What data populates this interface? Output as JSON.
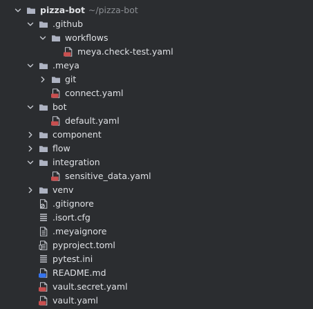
{
  "tree": [
    {
      "label": "pizza-bot",
      "hint": "~/pizza-bot",
      "depth": 0,
      "kind": "folder",
      "state": "expanded",
      "root": true
    },
    {
      "label": ".github",
      "depth": 1,
      "kind": "folder",
      "state": "expanded"
    },
    {
      "label": "workflows",
      "depth": 2,
      "kind": "folder",
      "state": "expanded"
    },
    {
      "label": "meya.check-test.yaml",
      "depth": 3,
      "kind": "yaml"
    },
    {
      "label": ".meya",
      "depth": 1,
      "kind": "folder",
      "state": "expanded"
    },
    {
      "label": "git",
      "depth": 2,
      "kind": "folder",
      "state": "collapsed"
    },
    {
      "label": "connect.yaml",
      "depth": 2,
      "kind": "yaml"
    },
    {
      "label": "bot",
      "depth": 1,
      "kind": "folder",
      "state": "expanded"
    },
    {
      "label": "default.yaml",
      "depth": 2,
      "kind": "yaml"
    },
    {
      "label": "component",
      "depth": 1,
      "kind": "folder",
      "state": "collapsed"
    },
    {
      "label": "flow",
      "depth": 1,
      "kind": "folder",
      "state": "collapsed"
    },
    {
      "label": "integration",
      "depth": 1,
      "kind": "folder",
      "state": "expanded"
    },
    {
      "label": "sensitive_data.yaml",
      "depth": 2,
      "kind": "yaml"
    },
    {
      "label": "venv",
      "depth": 1,
      "kind": "folder",
      "state": "collapsed"
    },
    {
      "label": ".gitignore",
      "depth": 1,
      "kind": "gitignore"
    },
    {
      "label": ".isort.cfg",
      "depth": 1,
      "kind": "config"
    },
    {
      "label": ".meyaignore",
      "depth": 1,
      "kind": "text"
    },
    {
      "label": "pyproject.toml",
      "depth": 1,
      "kind": "toml"
    },
    {
      "label": "pytest.ini",
      "depth": 1,
      "kind": "config"
    },
    {
      "label": "README.md",
      "depth": 1,
      "kind": "markdown"
    },
    {
      "label": "vault.secret.yaml",
      "depth": 1,
      "kind": "yaml"
    },
    {
      "label": "vault.yaml",
      "depth": 1,
      "kind": "yaml"
    }
  ],
  "icons": {
    "folder": "folder-icon",
    "yaml": "yaml-file-icon",
    "gitignore": "gitignore-file-icon",
    "config": "config-file-icon",
    "text": "text-file-icon",
    "toml": "toml-file-icon",
    "markdown": "markdown-file-icon",
    "chevron_expanded": "chevron-down-icon",
    "chevron_collapsed": "chevron-right-icon"
  },
  "icon_badges": {
    "yaml": "YML",
    "markdown": "MD"
  },
  "colors": {
    "background": "#2b2d30",
    "text": "#dfe1e5",
    "hint": "#8c8f94",
    "folder": "#aeb3c2",
    "yaml_badge": "#c94f4f",
    "markdown_badge": "#3574f0"
  }
}
